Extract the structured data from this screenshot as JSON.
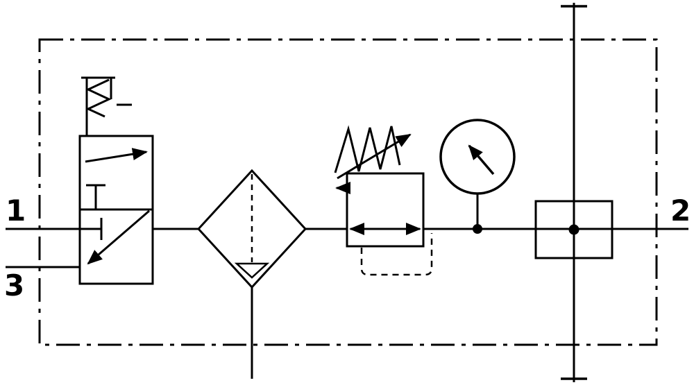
{
  "diagram": {
    "background": "#ffffff",
    "line_color": "#000000",
    "ports": {
      "port1": "1",
      "port2": "2",
      "port3": "3"
    },
    "components": {
      "valve": "shutoff-valve-3-2",
      "filter": "filter-water-separator",
      "regulator": "pressure-regulator-adjustable",
      "gauge": "pressure-gauge",
      "module": "branch-module",
      "enclosure": "service-unit-enclosure"
    }
  }
}
